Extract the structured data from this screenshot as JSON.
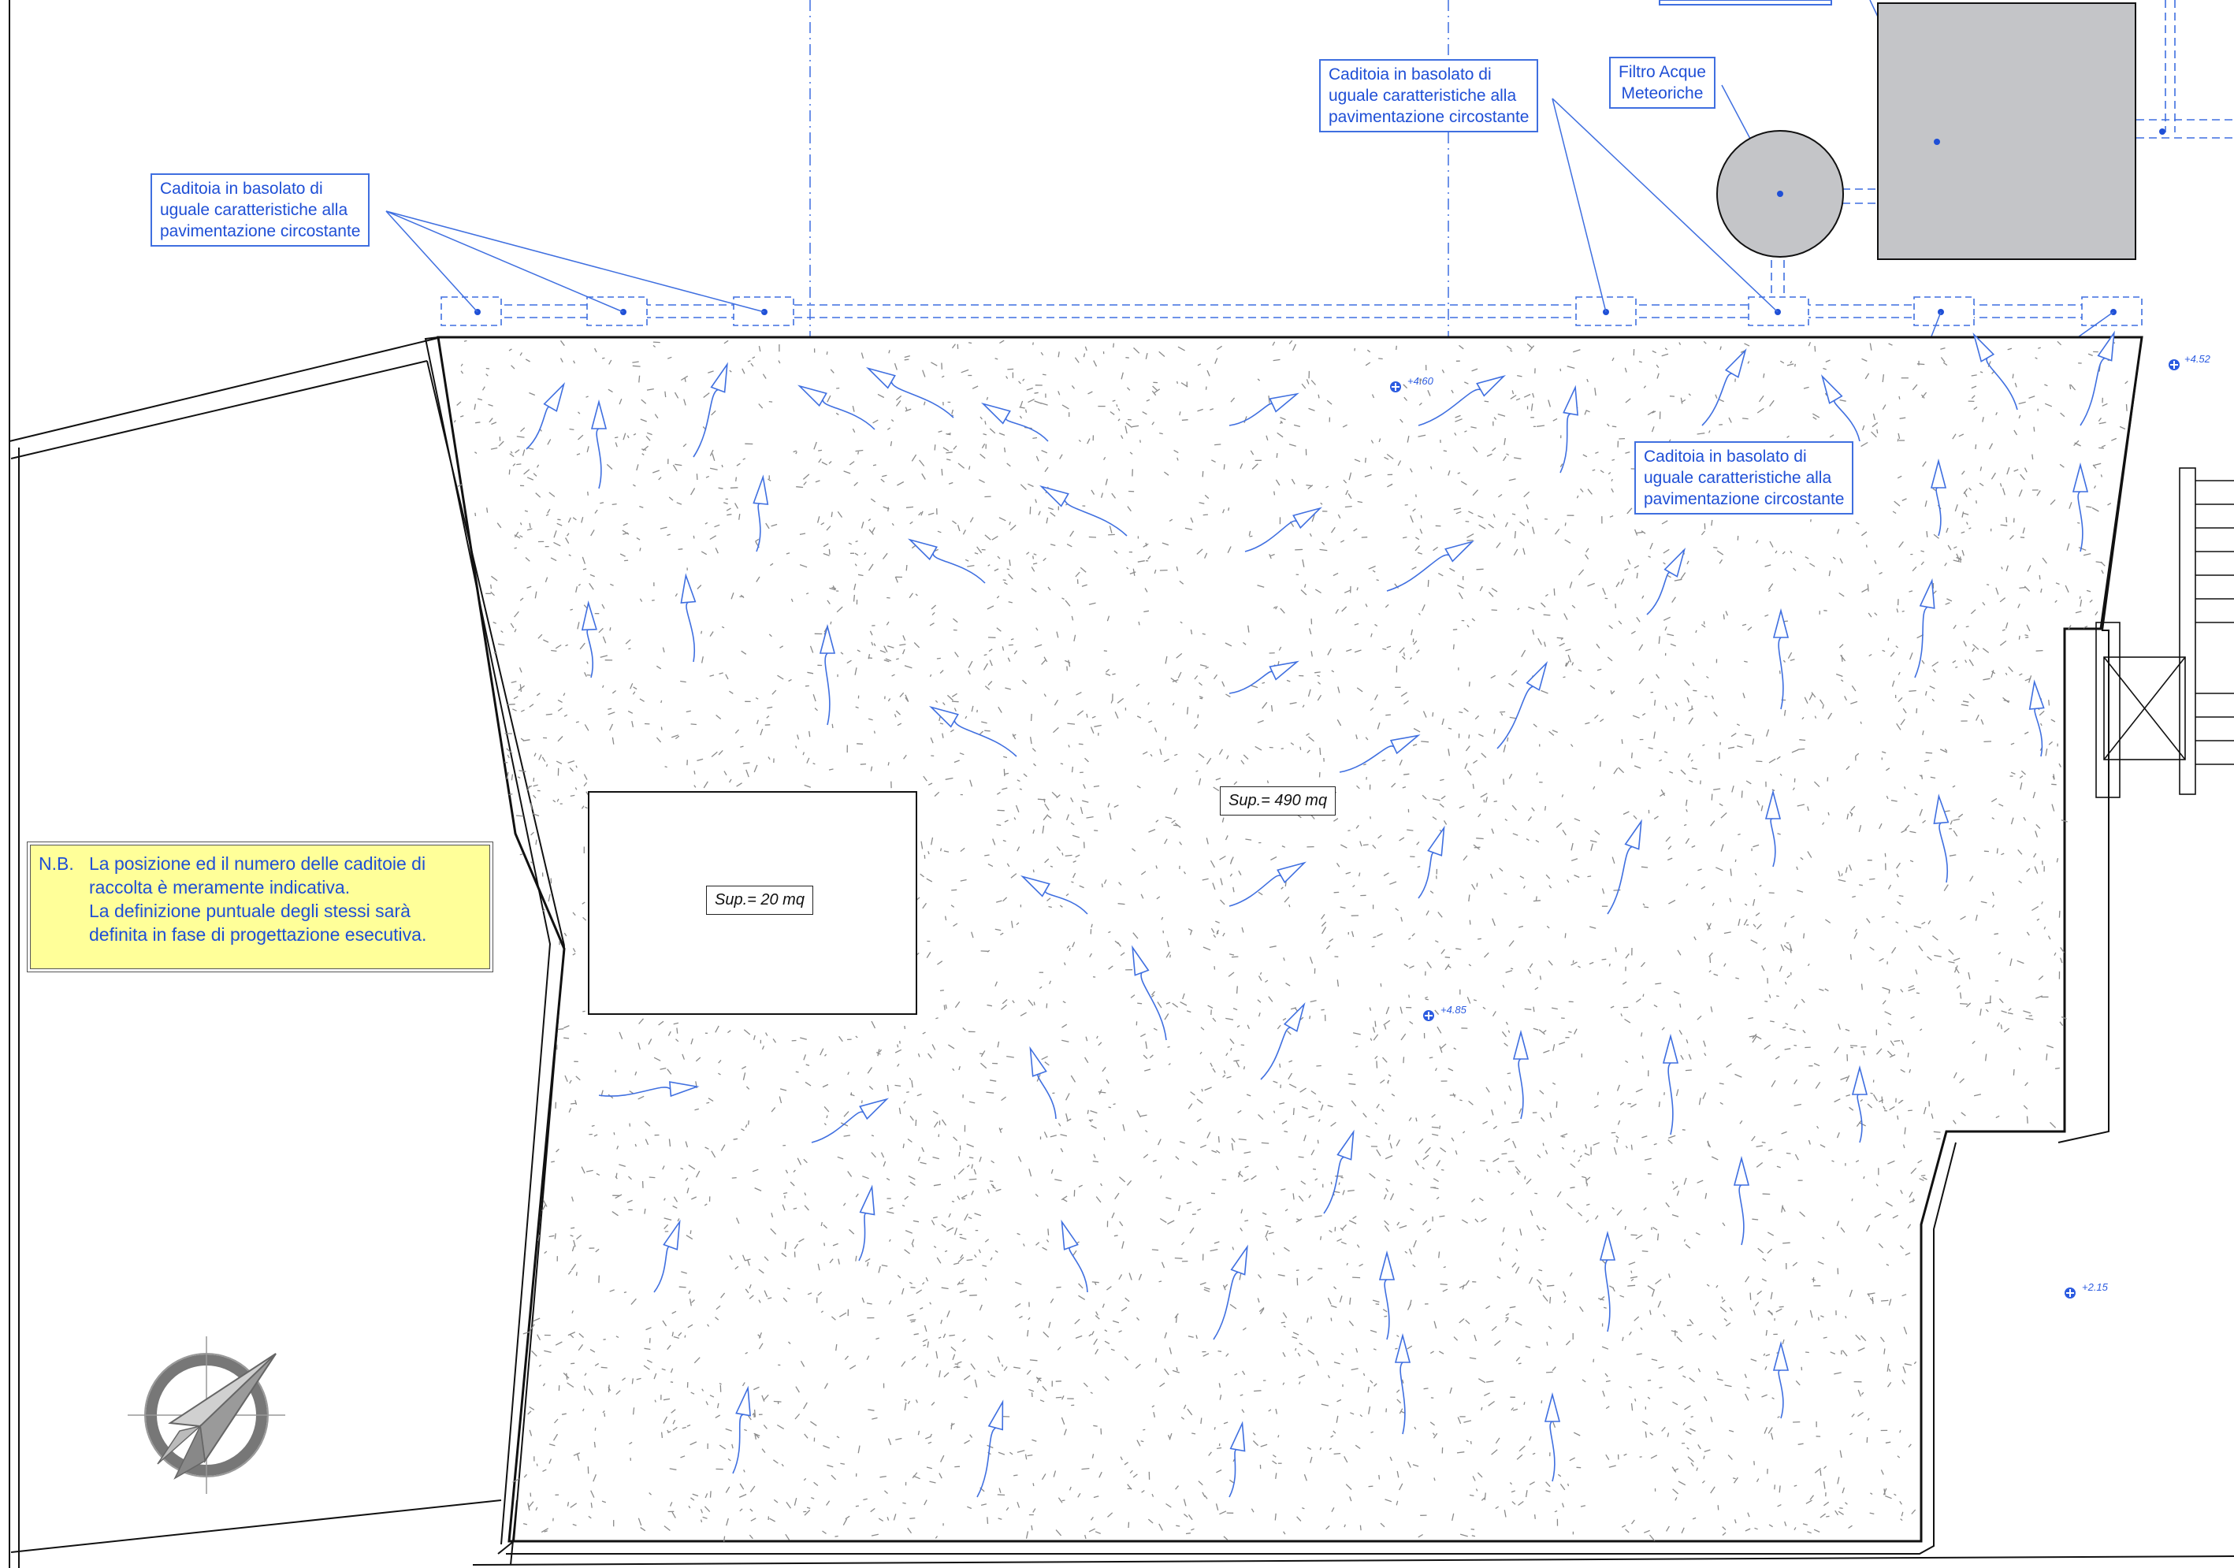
{
  "callouts": {
    "caditoia_left": [
      "Caditoia in basolato di",
      "uguale caratteristiche alla",
      "pavimentazione circostante"
    ],
    "caditoia_center": [
      "Caditoia in basolato di",
      "uguale caratteristiche alla",
      "pavimentazione circostante"
    ],
    "caditoia_right": [
      "Caditoia in basolato di",
      "uguale caratteristiche alla",
      "pavimentazione circostante"
    ],
    "filtro": [
      "Filtro Acque",
      "Meteoriche"
    ]
  },
  "areas": {
    "main": "Sup.= 490 mq",
    "small": "Sup.= 20 mq"
  },
  "elevations": [
    "+4.60",
    "+4.52",
    "+4.85",
    "+2.15"
  ],
  "note": {
    "prefix": "N.B.",
    "lines": [
      "La posizione ed il numero delle caditoie di",
      "raccolta è meramente indicativa.",
      "La definizione puntuale degli stessi sarà",
      "definita in fase di progettazione esecutiva."
    ]
  },
  "colors": {
    "annotation_blue": "#2b5be0",
    "note_fill": "#ffff99",
    "tank_fill": "#c4c5c8",
    "outline": "#111111"
  },
  "icons": [
    "compass-rose-icon",
    "flow-arrow-icon",
    "elevation-marker-icon"
  ]
}
